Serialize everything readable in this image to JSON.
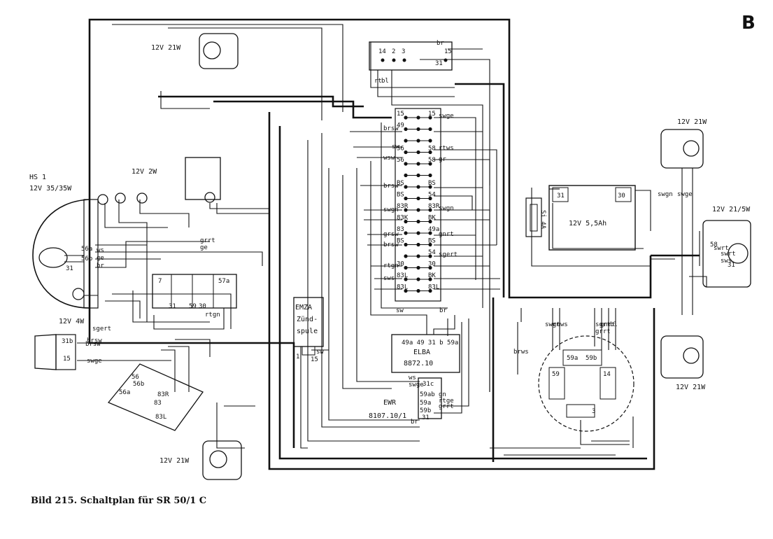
{
  "corner_letter": "B",
  "caption": "Bild 215. Schaltplan für SR 50/1 C",
  "lamps": {
    "top_left": "12V 21W",
    "headlight_name": "HS 1",
    "headlight_rating": "12V 35/35W",
    "parking": "12V 4W",
    "dash": "12V 2W",
    "top_right": "12V 21W",
    "right_mid": "12V 21/5W",
    "bottom_right": "12V 21W",
    "bottom_left": "12V 21W"
  },
  "battery": {
    "label": "12V 5,5Ah",
    "t31": "31",
    "t30": "30"
  },
  "fuse": {
    "label": "Si 4A"
  },
  "elba": {
    "title": "ELBA",
    "part": "8872.10",
    "pins": "49a 49 31 b 59a"
  },
  "ewr": {
    "title": "EWR",
    "part": "8107.10/1",
    "pins": [
      "31c",
      "59ab",
      "59a",
      "59b",
      "31"
    ]
  },
  "emza": {
    "lines": [
      "EMZA",
      "Zünd-",
      "spule"
    ],
    "t1": "1",
    "t15": "15",
    "wire": "sw"
  },
  "top_connector": {
    "pins": [
      "14",
      "2",
      "3",
      "15",
      "31"
    ],
    "wire_br": "br"
  },
  "terminal_strip": {
    "left": [
      "15",
      "49",
      "",
      "56",
      "56",
      "",
      "BS",
      "BS",
      "83R",
      "83K",
      "83",
      "BS",
      "",
      "30",
      "83L",
      "83L"
    ],
    "right": [
      "15",
      "",
      "",
      "58",
      "58",
      "",
      "BS",
      "54",
      "83R",
      "BK",
      "49a",
      "BS",
      "54",
      "30",
      "BK",
      "83L"
    ]
  },
  "wire_colors": [
    "brsw",
    "sw",
    "wsw",
    "brsw",
    "swgn",
    "grsw",
    "rtgn",
    "sws",
    "swge",
    "rtws",
    "gr",
    "swgn",
    "sgert",
    "gnrt",
    "brsw",
    "sw",
    "br",
    "grrt",
    "ge",
    "ws",
    "swge",
    "br",
    "gn",
    "rtge",
    "grrt",
    "rt",
    "bl",
    "brws",
    "sgrt",
    "swgn",
    "rtws",
    "grrt",
    "gnrt",
    "bl",
    "swgn",
    "swrt",
    "sws",
    "swge",
    "swrt",
    "brsw",
    "sgert"
  ],
  "switch": {
    "labels": [
      "56",
      "56a",
      "56b",
      "83R",
      "83",
      "83L"
    ]
  },
  "headlight_terms": [
    "56a",
    "56b",
    "31",
    "ws",
    "ge",
    "br"
  ],
  "stator": {
    "t59": "59",
    "t14": "14",
    "t59a": "59a",
    "t59b": "59b",
    "t3": "3"
  },
  "taillamp": {
    "t58": "58",
    "t31": "31"
  },
  "dash_switch": {
    "t7": "7",
    "t31": "31",
    "t59": "59",
    "t30": "30",
    "t57a": "57a",
    "wire": "rtgn"
  },
  "rear_plug": {
    "t31b": "31b",
    "t15": "15",
    "w1": "brsw",
    "w2": "swge"
  }
}
